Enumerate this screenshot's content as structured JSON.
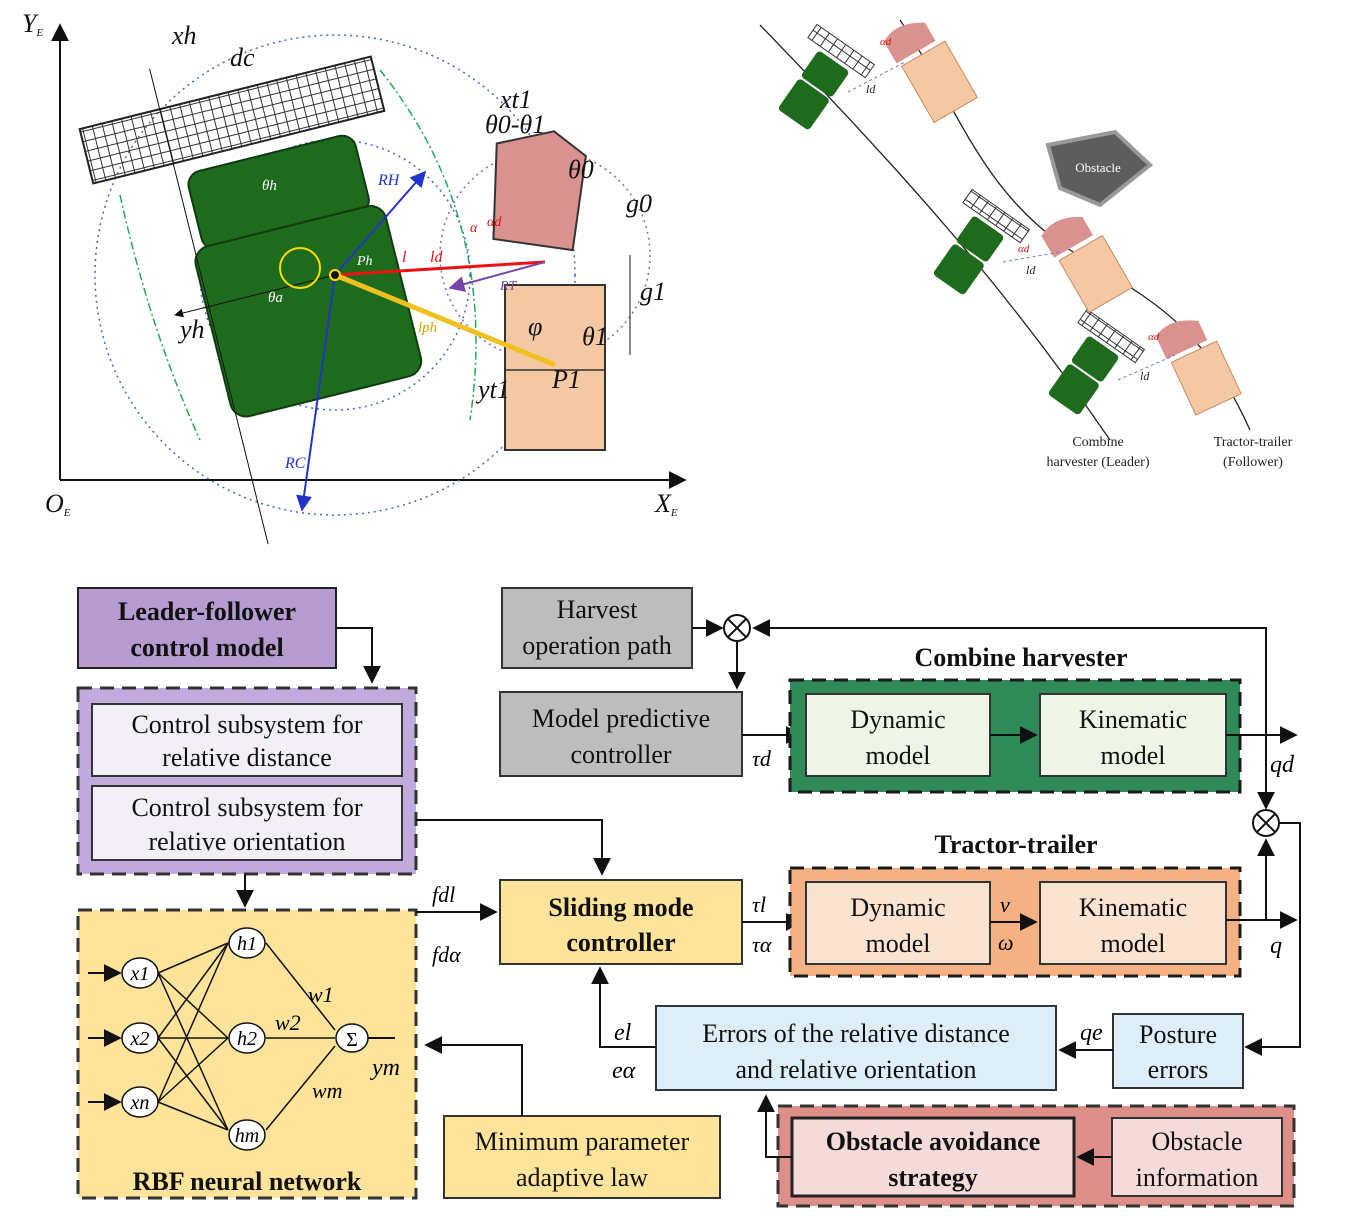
{
  "kinematics_figure": {
    "axes": {
      "y": "Y",
      "y_sub": "E",
      "x": "X",
      "x_sub": "E",
      "origin": "O",
      "origin_sub": "E"
    },
    "labels": {
      "xh": "xh",
      "yh": "yh",
      "dc": "dc",
      "xt1": "xt1",
      "yt1": "yt1",
      "theta_h": "θh",
      "theta_a": "θa",
      "theta_0": "θ0",
      "theta_1": "θ1",
      "theta_diff": "θ0-θ1",
      "phi": "φ",
      "RH": "RH",
      "RT": "RT",
      "RC": "RC",
      "l": "l",
      "ld": "ld",
      "lph": "lph",
      "g1": "g1",
      "g0": "g0",
      "alpha": "α",
      "alpha_d": "αd",
      "Ph": "Ph",
      "P1": "P1"
    }
  },
  "scenario_figure": {
    "obstacle": "Obstacle",
    "leader_line1": "Combine",
    "leader_line2": "harvester (Leader)",
    "follower_line1": "Tractor-trailer",
    "follower_line2": "(Follower)",
    "alpha_d": "αd",
    "l_d": "ld"
  },
  "block_diagram": {
    "leader_model": {
      "line1": "Leader-follower",
      "line2": "control model"
    },
    "sub_distance": {
      "line1": "Control subsystem for",
      "line2": "relative distance"
    },
    "sub_orientation": {
      "line1": "Control subsystem for",
      "line2": "relative orientation"
    },
    "rbf": {
      "title": "RBF neural network",
      "x1": "x1",
      "x2": "x2",
      "xn": "xn",
      "h1": "h1",
      "h2": "h2",
      "hm": "hm",
      "w1": "w1",
      "w2": "w2",
      "wm": "wm",
      "sum": "Σ",
      "ym": "ym"
    },
    "adaptive": {
      "line1": "Minimum parameter",
      "line2": "adaptive law"
    },
    "path": {
      "line1": "Harvest",
      "line2": "operation path"
    },
    "mpc": {
      "line1": "Model predictive",
      "line2": "controller"
    },
    "combine_title": "Combine harvester",
    "tractor_title": "Tractor-trailer",
    "dyn1": {
      "line1": "Dynamic",
      "line2": "model"
    },
    "kin1": {
      "line1": "Kinematic",
      "line2": "model"
    },
    "dyn2": {
      "line1": "Dynamic",
      "line2": "model"
    },
    "kin2": {
      "line1": "Kinematic",
      "line2": "model"
    },
    "smc": {
      "line1": "Sliding mode",
      "line2": "controller"
    },
    "errors_rel": {
      "line1": "Errors of the relative distance",
      "line2": "and relative orientation"
    },
    "posture": {
      "line1": "Posture",
      "line2": "errors"
    },
    "obstacle_strategy": {
      "line1": "Obstacle avoidance",
      "line2": "strategy"
    },
    "obstacle_info": {
      "line1": "Obstacle",
      "line2": "information"
    },
    "signals": {
      "tau_d": "τd",
      "q_d": "qd",
      "q": "q",
      "q_e": "qe",
      "tau_l": "τl",
      "tau_a": "τα",
      "v": "v",
      "omega": "ω",
      "f_dl": "fdl",
      "f_da": "fdα",
      "e_l": "el",
      "e_a": "eα"
    }
  }
}
